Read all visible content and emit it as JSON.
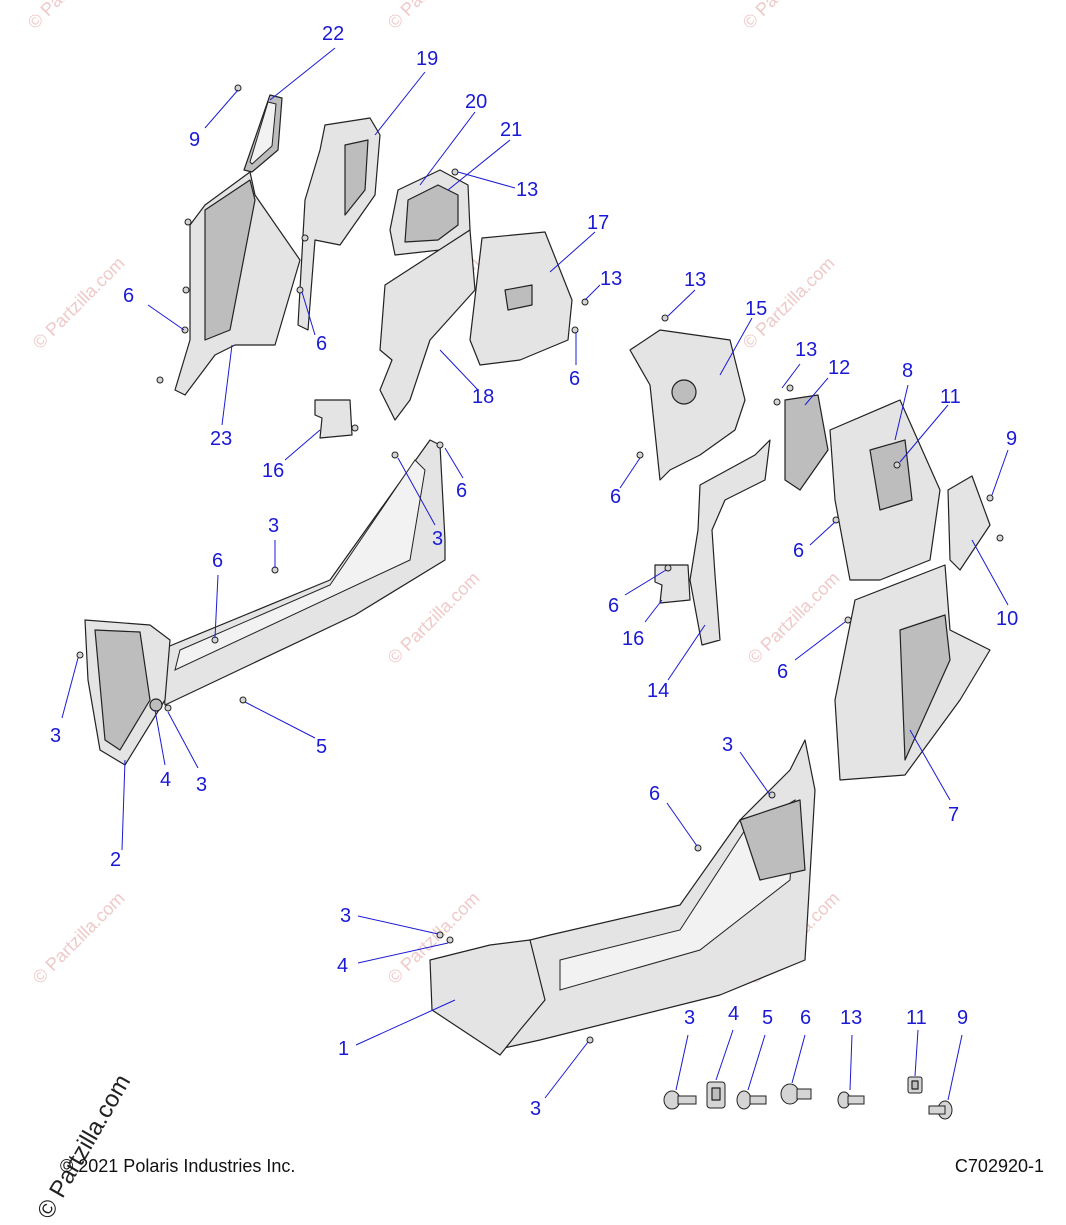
{
  "footer": {
    "copyright": "© 2021 Polaris Industries Inc.",
    "diagram_id": "C702920-1"
  },
  "side_logo": "© Partzilla.com",
  "watermark": "© Partzilla.com",
  "colors": {
    "callout": "#1a1ad6",
    "watermark": "#f0c9c9"
  },
  "callouts": [
    {
      "id": "c22a",
      "label": "22"
    },
    {
      "id": "c19",
      "label": "19"
    },
    {
      "id": "c20",
      "label": "20"
    },
    {
      "id": "c21",
      "label": "21"
    },
    {
      "id": "c9a",
      "label": "9"
    },
    {
      "id": "c13a",
      "label": "13"
    },
    {
      "id": "c17",
      "label": "17"
    },
    {
      "id": "c13b",
      "label": "13"
    },
    {
      "id": "c13c",
      "label": "13"
    },
    {
      "id": "c15",
      "label": "15"
    },
    {
      "id": "c6a",
      "label": "6"
    },
    {
      "id": "c6b",
      "label": "6"
    },
    {
      "id": "c6c",
      "label": "6"
    },
    {
      "id": "c13d",
      "label": "13"
    },
    {
      "id": "c12",
      "label": "12"
    },
    {
      "id": "c8",
      "label": "8"
    },
    {
      "id": "c11a",
      "label": "11"
    },
    {
      "id": "c18",
      "label": "18"
    },
    {
      "id": "c23",
      "label": "23"
    },
    {
      "id": "c9b",
      "label": "9"
    },
    {
      "id": "c16a",
      "label": "16"
    },
    {
      "id": "c6d",
      "label": "6"
    },
    {
      "id": "c3a",
      "label": "3"
    },
    {
      "id": "c6e",
      "label": "6"
    },
    {
      "id": "c6f",
      "label": "6"
    },
    {
      "id": "c3b",
      "label": "3"
    },
    {
      "id": "c6g",
      "label": "6"
    },
    {
      "id": "c6h",
      "label": "6"
    },
    {
      "id": "c10",
      "label": "10"
    },
    {
      "id": "c16b",
      "label": "16"
    },
    {
      "id": "c6i",
      "label": "6"
    },
    {
      "id": "c14",
      "label": "14"
    },
    {
      "id": "c3c",
      "label": "3"
    },
    {
      "id": "c4a",
      "label": "4"
    },
    {
      "id": "c3d",
      "label": "3"
    },
    {
      "id": "c5a",
      "label": "5"
    },
    {
      "id": "c3e",
      "label": "3"
    },
    {
      "id": "c7",
      "label": "7"
    },
    {
      "id": "c6j",
      "label": "6"
    },
    {
      "id": "c2",
      "label": "2"
    },
    {
      "id": "c3f",
      "label": "3"
    },
    {
      "id": "c4b",
      "label": "4"
    },
    {
      "id": "c1",
      "label": "1"
    },
    {
      "id": "c3g",
      "label": "3"
    },
    {
      "id": "c3h",
      "label": "3"
    },
    {
      "id": "c4c",
      "label": "4"
    },
    {
      "id": "c5b",
      "label": "5"
    },
    {
      "id": "c6k",
      "label": "6"
    },
    {
      "id": "c13e",
      "label": "13"
    },
    {
      "id": "c11b",
      "label": "11"
    },
    {
      "id": "c9c",
      "label": "9"
    }
  ]
}
